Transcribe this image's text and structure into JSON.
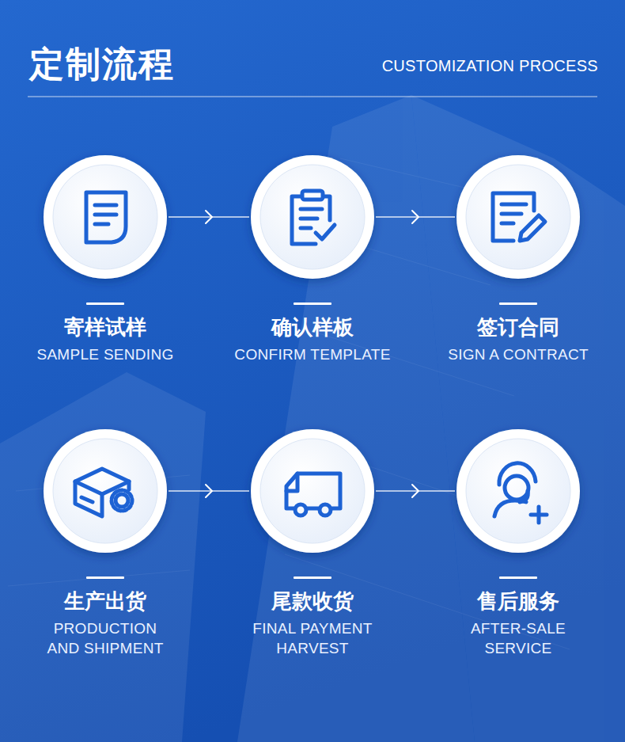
{
  "diagram": {
    "title": "定制流程",
    "nodes": [
      {
        "text": [
          "寄样试样",
          "SAMPLE SENDING"
        ]
      },
      {
        "text": [
          "确认样板",
          "CONFIRM TEMPLATE"
        ]
      },
      {
        "text": [
          "签订合同",
          "SIGN A CONTRACT"
        ]
      },
      {
        "text": [
          "生产出货",
          "PRODUCTION AND SHIPMENT"
        ]
      },
      {
        "text": [
          "尾款收货",
          "FINAL PAYMENT HARVEST"
        ]
      },
      {
        "text": [
          "售后服务",
          "AFTER-SALE SERVICE"
        ]
      }
    ],
    "edges": [
      {
        "from": 0,
        "to": 1,
        "arrow": "to"
      },
      {
        "from": 1,
        "to": 2,
        "arrow": "to"
      },
      {
        "from": 3,
        "to": 4,
        "arrow": "to"
      },
      {
        "from": 4,
        "to": 5,
        "arrow": "to"
      }
    ],
    "labels": [
      "CUSTOMIZATION PROCESS"
    ]
  }
}
